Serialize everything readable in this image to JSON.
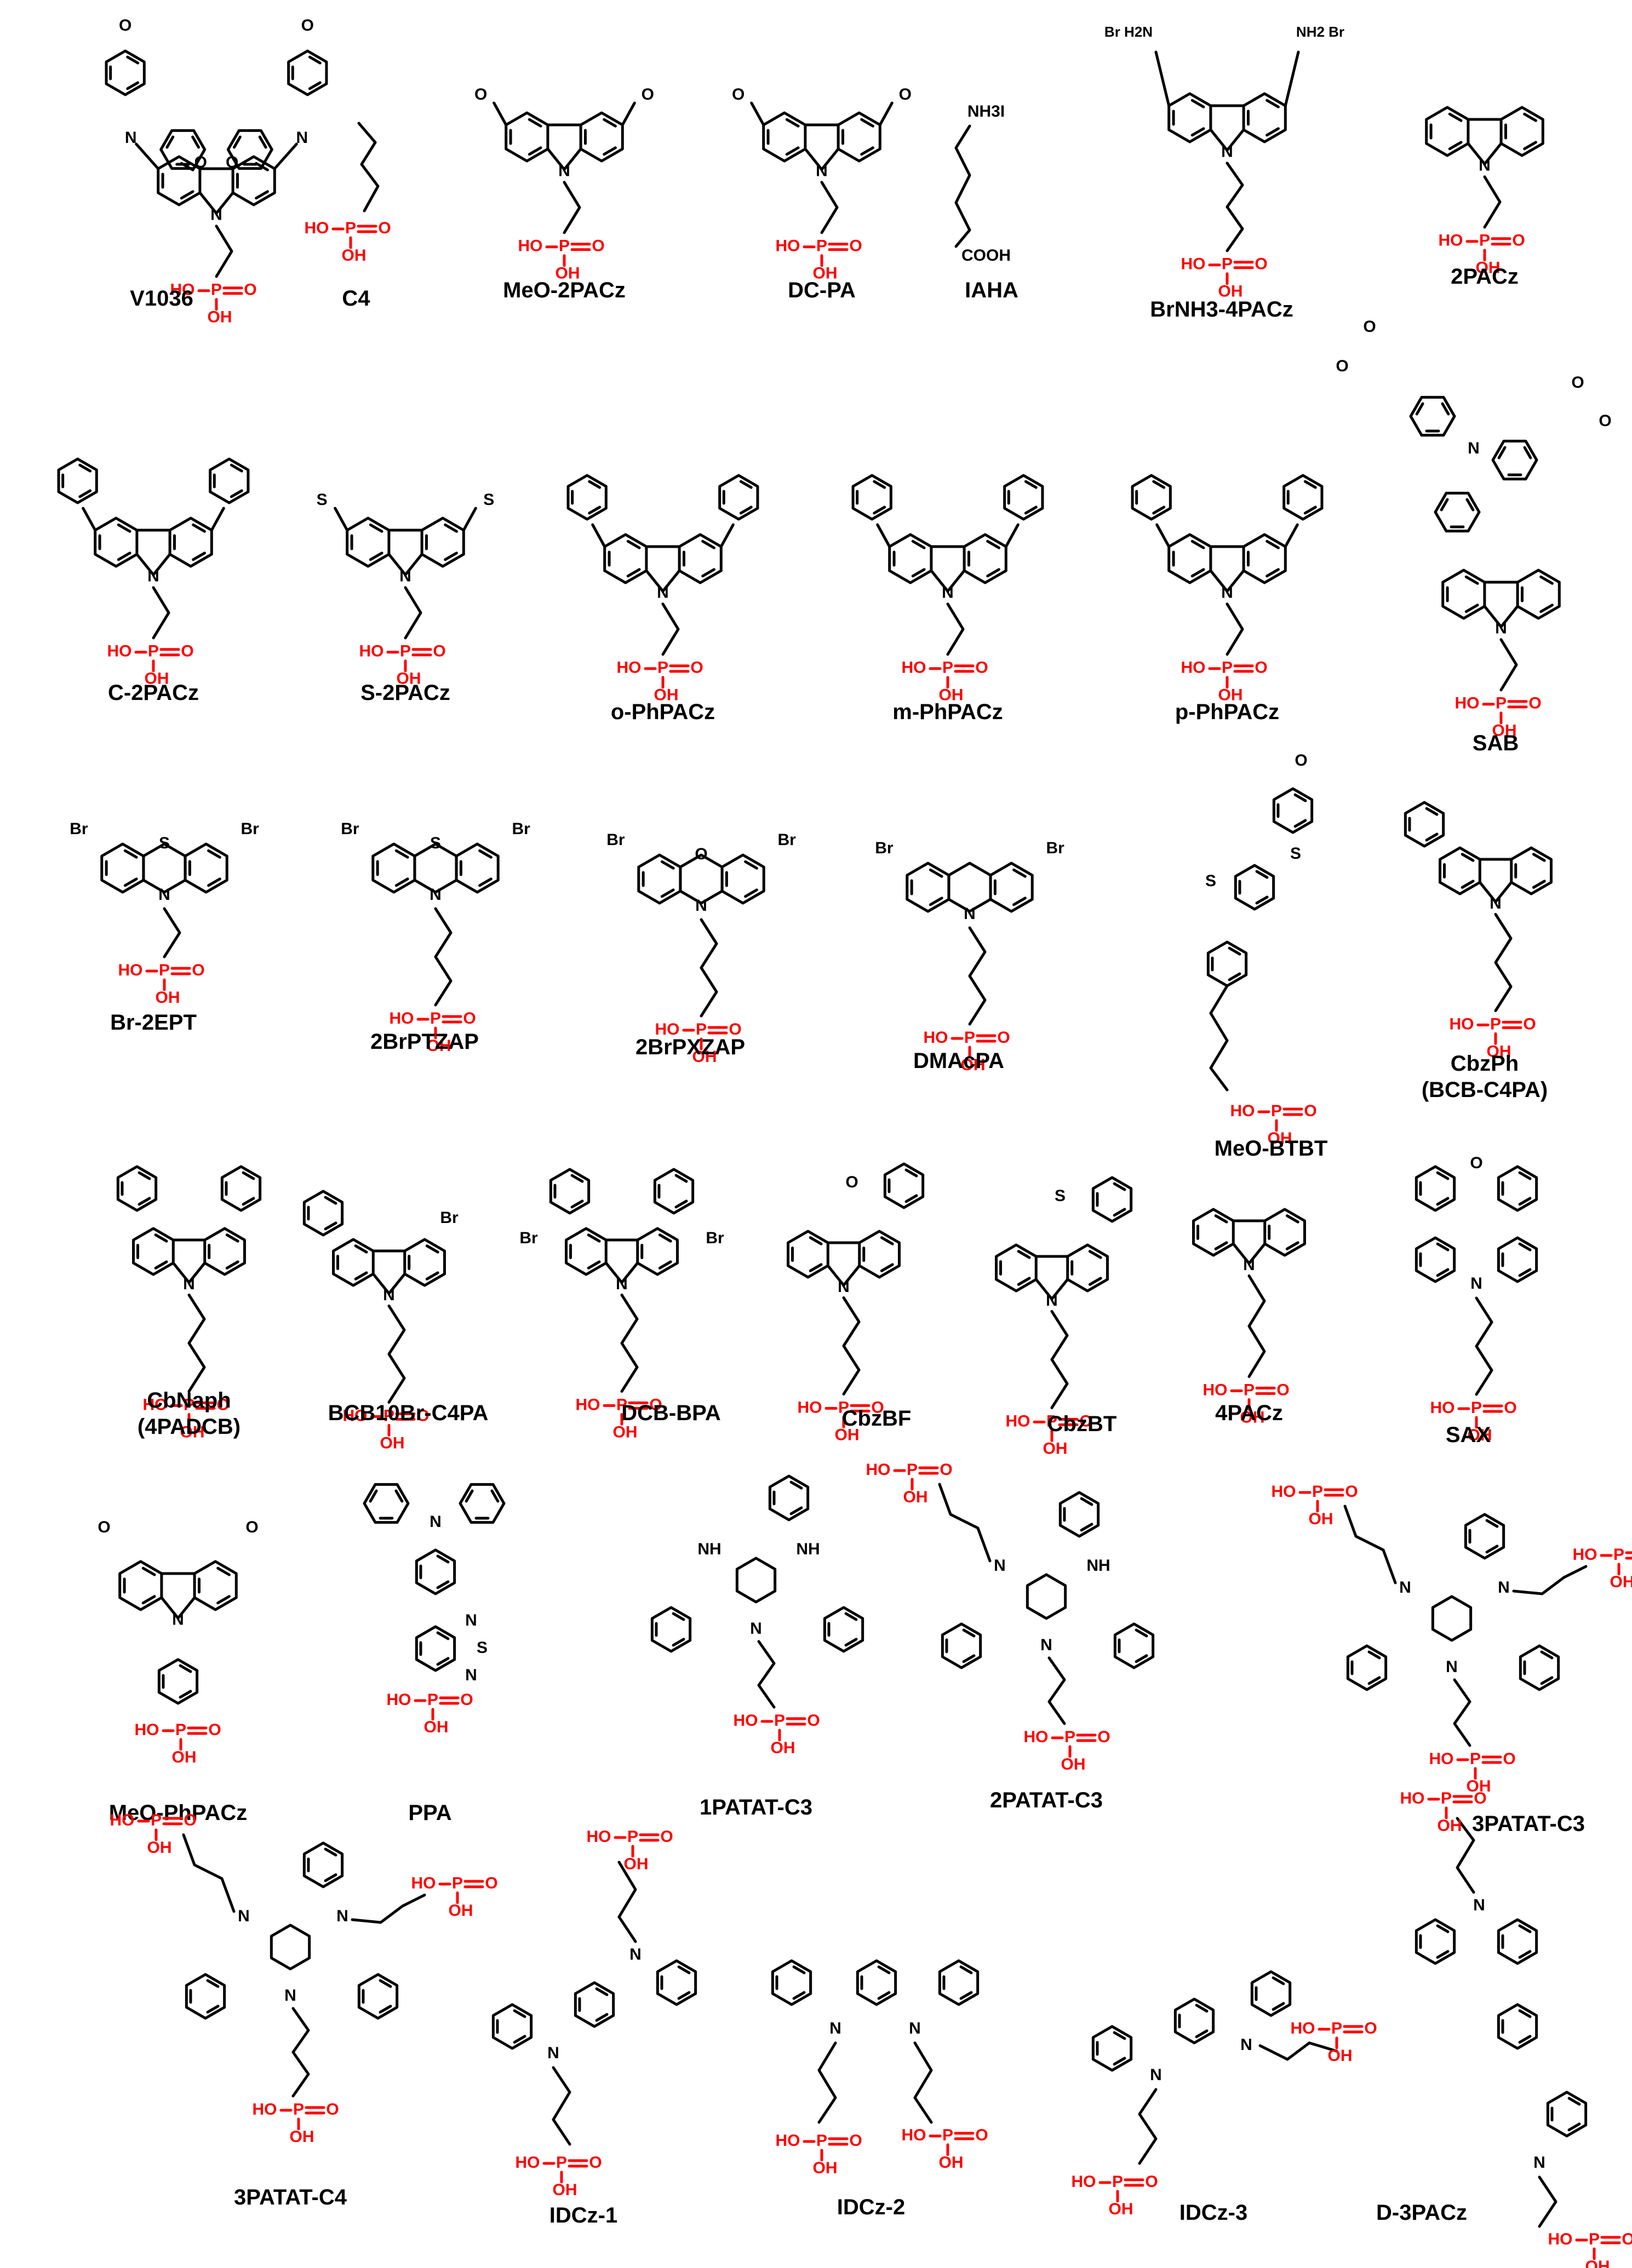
{
  "colors": {
    "backbone": "#000000",
    "anchor_group": "#ff0000",
    "background": "#ffffff"
  },
  "molecules": [
    {
      "name": "V1036"
    },
    {
      "name": "C4"
    },
    {
      "name": "MeO-2PACz"
    },
    {
      "name": "DC-PA"
    },
    {
      "name": "IAHA"
    },
    {
      "name": "BrNH3-4PACz"
    },
    {
      "name": "2PACz"
    },
    {
      "name": "C-2PACz"
    },
    {
      "name": "S-2PACz"
    },
    {
      "name": "o-PhPACz"
    },
    {
      "name": "m-PhPACz"
    },
    {
      "name": "p-PhPACz"
    },
    {
      "name": "SAB"
    },
    {
      "name": "Br-2EPT"
    },
    {
      "name": "2BrPTZAP"
    },
    {
      "name": "2BrPXZAP"
    },
    {
      "name": "DMAcPA"
    },
    {
      "name": "MeO-BTBT"
    },
    {
      "name": "CbzPh"
    },
    {
      "name": "(BCB-C4PA)"
    },
    {
      "name": "CbNaph"
    },
    {
      "name": "(4PADCB)"
    },
    {
      "name": "BCB10Br-C4PA"
    },
    {
      "name": "DCB-BPA"
    },
    {
      "name": "CbzBF"
    },
    {
      "name": "CbzBT"
    },
    {
      "name": "4PACz"
    },
    {
      "name": "SAX"
    },
    {
      "name": "MeO-PhPACz"
    },
    {
      "name": "PPA"
    },
    {
      "name": "1PATAT-C3"
    },
    {
      "name": "2PATAT-C3"
    },
    {
      "name": "3PATAT-C3"
    },
    {
      "name": "3PATAT-C4"
    },
    {
      "name": "IDCz-1"
    },
    {
      "name": "IDCz-2"
    },
    {
      "name": "IDCz-3"
    },
    {
      "name": "D-3PACz"
    }
  ],
  "atoms": {
    "N": "N",
    "O": "O",
    "S": "S",
    "Br": "Br",
    "NH": "NH",
    "P": "P",
    "HO": "HO",
    "OH": "OH",
    "NH3I": "NH3I",
    "COOH": "COOH",
    "NH2_left": "Br H2N",
    "NH2_right": "NH2 Br"
  }
}
